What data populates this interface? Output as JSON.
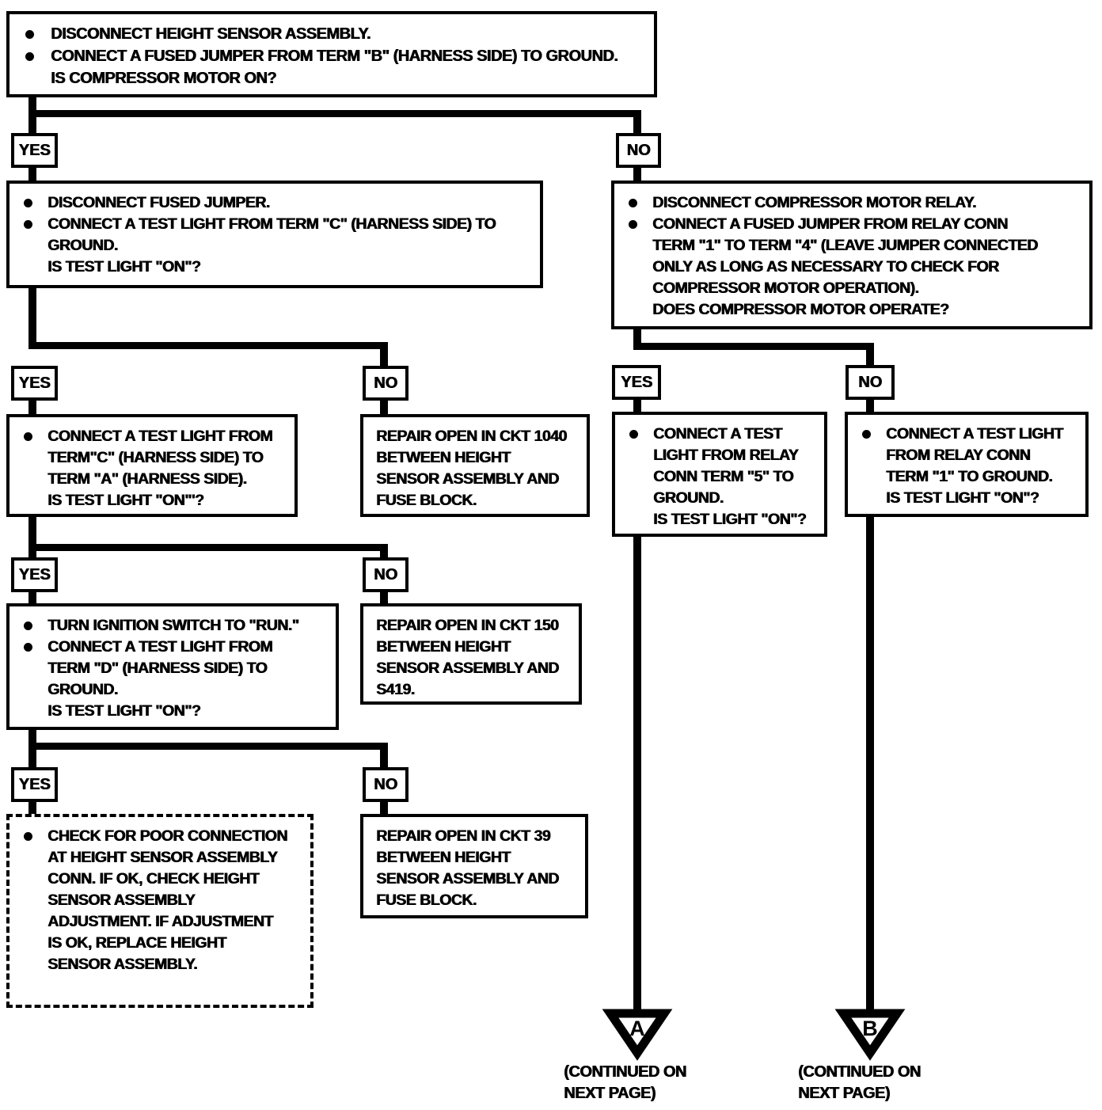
{
  "labels": {
    "yes": "YES",
    "no": "NO"
  },
  "colors": {
    "ink": "#000000",
    "paper": "#ffffff"
  },
  "nodes": {
    "start": {
      "lines": [
        "DISCONNECT HEIGHT SENSOR ASSEMBLY.",
        "CONNECT A FUSED JUMPER FROM TERM \"B\" (HARNESS SIDE) TO GROUND.",
        "IS COMPRESSOR MOTOR ON?"
      ]
    },
    "yes_branch": {
      "lines": [
        "DISCONNECT FUSED JUMPER.",
        "CONNECT A TEST LIGHT FROM TERM \"C\" (HARNESS SIDE) TO",
        "GROUND.",
        "IS TEST LIGHT \"ON\"?"
      ]
    },
    "no_branch": {
      "lines": [
        "DISCONNECT COMPRESSOR MOTOR RELAY.",
        "CONNECT A FUSED JUMPER FROM RELAY CONN",
        "TERM \"1\" TO TERM \"4\" (LEAVE JUMPER CONNECTED",
        "ONLY AS LONG AS NECESSARY TO CHECK FOR",
        "COMPRESSOR MOTOR OPERATION).",
        "DOES COMPRESSOR MOTOR OPERATE?"
      ]
    },
    "left_yes2": {
      "lines": [
        "CONNECT A TEST LIGHT FROM",
        "TERM\"C\" (HARNESS SIDE) TO",
        "TERM \"A\" (HARNESS SIDE).",
        "IS TEST LIGHT \"ON\"'?"
      ]
    },
    "left_no2": {
      "lines": [
        "REPAIR OPEN IN CKT 1040",
        "BETWEEN HEIGHT",
        "SENSOR ASSEMBLY AND",
        "FUSE BLOCK."
      ]
    },
    "right_yes2": {
      "lines": [
        "CONNECT A TEST",
        "LIGHT FROM RELAY",
        "CONN TERM \"5\" TO",
        "GROUND.",
        "IS TEST LIGHT \"ON\"?"
      ]
    },
    "right_no2": {
      "lines": [
        "CONNECT A TEST LIGHT",
        "FROM RELAY CONN",
        "TERM \"1\" TO GROUND.",
        "IS TEST LIGHT \"ON\"?"
      ]
    },
    "left_yes3": {
      "lines": [
        "TURN IGNITION SWITCH TO \"RUN.\"",
        "CONNECT A TEST LIGHT FROM",
        "TERM \"D\" (HARNESS SIDE) TO",
        "GROUND.",
        "IS TEST LIGHT \"ON\"?"
      ]
    },
    "left_no3": {
      "lines": [
        "REPAIR OPEN IN CKT 150",
        "BETWEEN HEIGHT",
        "SENSOR ASSEMBLY AND",
        "S419."
      ]
    },
    "left_yes4": {
      "lines": [
        "CHECK FOR POOR CONNECTION",
        "AT HEIGHT SENSOR ASSEMBLY",
        "CONN. IF OK, CHECK HEIGHT",
        "SENSOR ASSEMBLY",
        "ADJUSTMENT. IF ADJUSTMENT",
        "IS OK, REPLACE HEIGHT",
        "SENSOR ASSEMBLY."
      ]
    },
    "left_no4": {
      "lines": [
        "REPAIR OPEN IN CKT 39",
        "BETWEEN HEIGHT",
        "SENSOR ASSEMBLY AND",
        "FUSE BLOCK."
      ]
    }
  },
  "continues": {
    "a": {
      "letter": "A",
      "caption": [
        "(CONTINUED ON",
        "NEXT PAGE)"
      ]
    },
    "b": {
      "letter": "B",
      "caption": [
        "(CONTINUED ON",
        "NEXT PAGE)"
      ]
    }
  }
}
